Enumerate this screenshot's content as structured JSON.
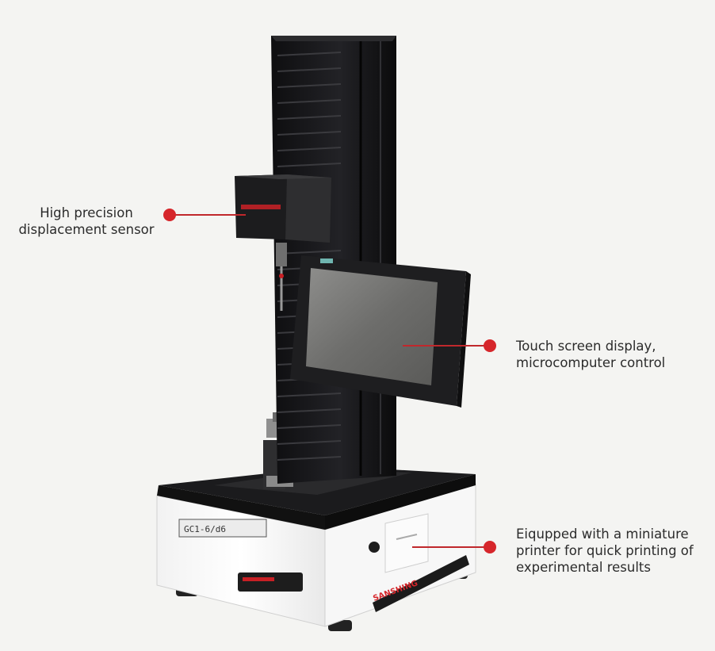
{
  "callouts": {
    "sensor": "High precision\ndisplacement sensor",
    "screen": "Touch screen display,\nmicrocomputer control",
    "printer": "Eiqupped with a miniature\nprinter for quick printing of\nexperimental results"
  },
  "colors": {
    "accent": "#d6262b",
    "leader": "#c0282c",
    "machine_black": "#1a1a1c",
    "base_white": "#ffffff"
  }
}
